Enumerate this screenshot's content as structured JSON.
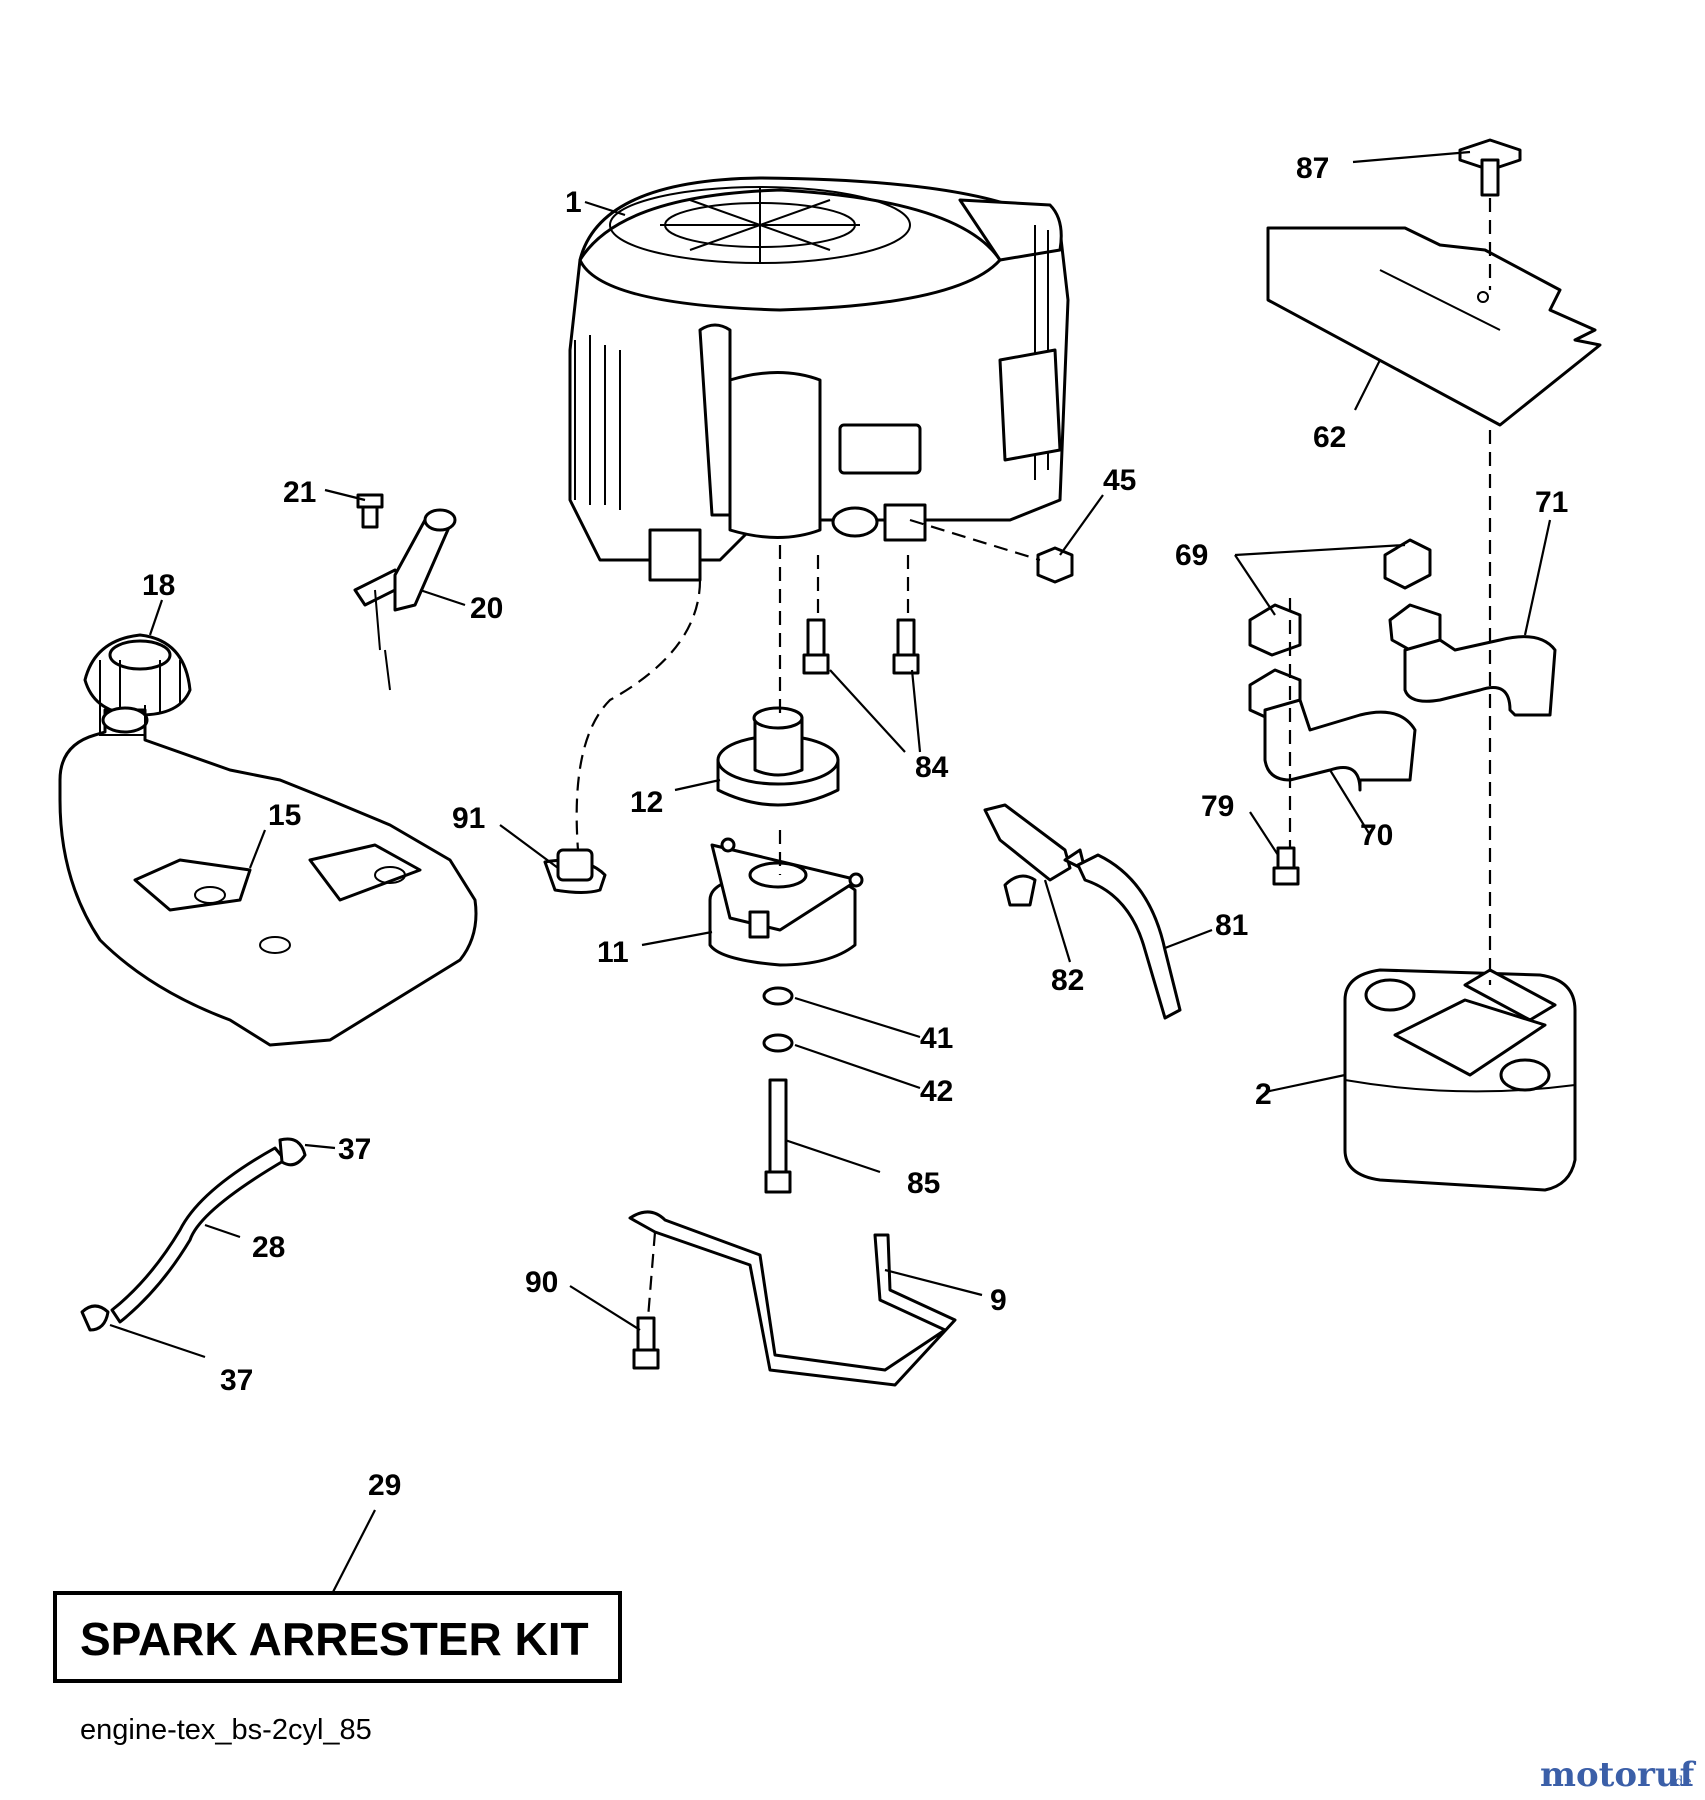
{
  "diagram": {
    "part_labels": [
      "1",
      "87",
      "62",
      "45",
      "71",
      "69",
      "21",
      "20",
      "18",
      "84",
      "12",
      "91",
      "15",
      "11",
      "79",
      "70",
      "82",
      "81",
      "41",
      "42",
      "2",
      "37",
      "28",
      "85",
      "90",
      "9",
      "37",
      "29"
    ],
    "kit_label": "SPARK ARRESTER KIT",
    "caption": "engine-tex_bs-2cyl_85"
  },
  "watermark": {
    "brand": "motoruf",
    "suffix": ".de",
    "color": "#3b5fa8"
  }
}
